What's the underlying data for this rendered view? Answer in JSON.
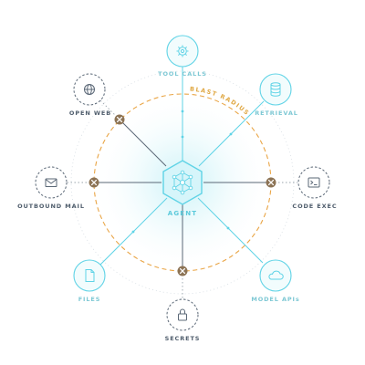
{
  "diagram": {
    "center": {
      "label": "AGENT",
      "icon": "network-hub-icon"
    },
    "ring_label": "BLAST RADIUS",
    "colors": {
      "active": "#5fd3e6",
      "blocked": "#5a6776",
      "ring": "#e9a545",
      "block_marker": "#8c7355"
    },
    "nodes": [
      {
        "id": "tool-calls",
        "label": "TOOL CALLS",
        "icon": "gear-icon",
        "status": "allowed"
      },
      {
        "id": "retrieval",
        "label": "RETRIEVAL",
        "icon": "database-icon",
        "status": "allowed"
      },
      {
        "id": "code-exec",
        "label": "CODE EXEC",
        "icon": "terminal-icon",
        "status": "blocked"
      },
      {
        "id": "model-apis",
        "label": "MODEL APIs",
        "icon": "cloud-icon",
        "status": "allowed"
      },
      {
        "id": "secrets",
        "label": "SECRETS",
        "icon": "lock-icon",
        "status": "blocked"
      },
      {
        "id": "files",
        "label": "FILES",
        "icon": "file-icon",
        "status": "allowed"
      },
      {
        "id": "outbound-mail",
        "label": "OUTBOUND MAIL",
        "icon": "mail-icon",
        "status": "blocked"
      },
      {
        "id": "open-web",
        "label": "OPEN WEB",
        "icon": "globe-icon",
        "status": "blocked"
      }
    ]
  }
}
